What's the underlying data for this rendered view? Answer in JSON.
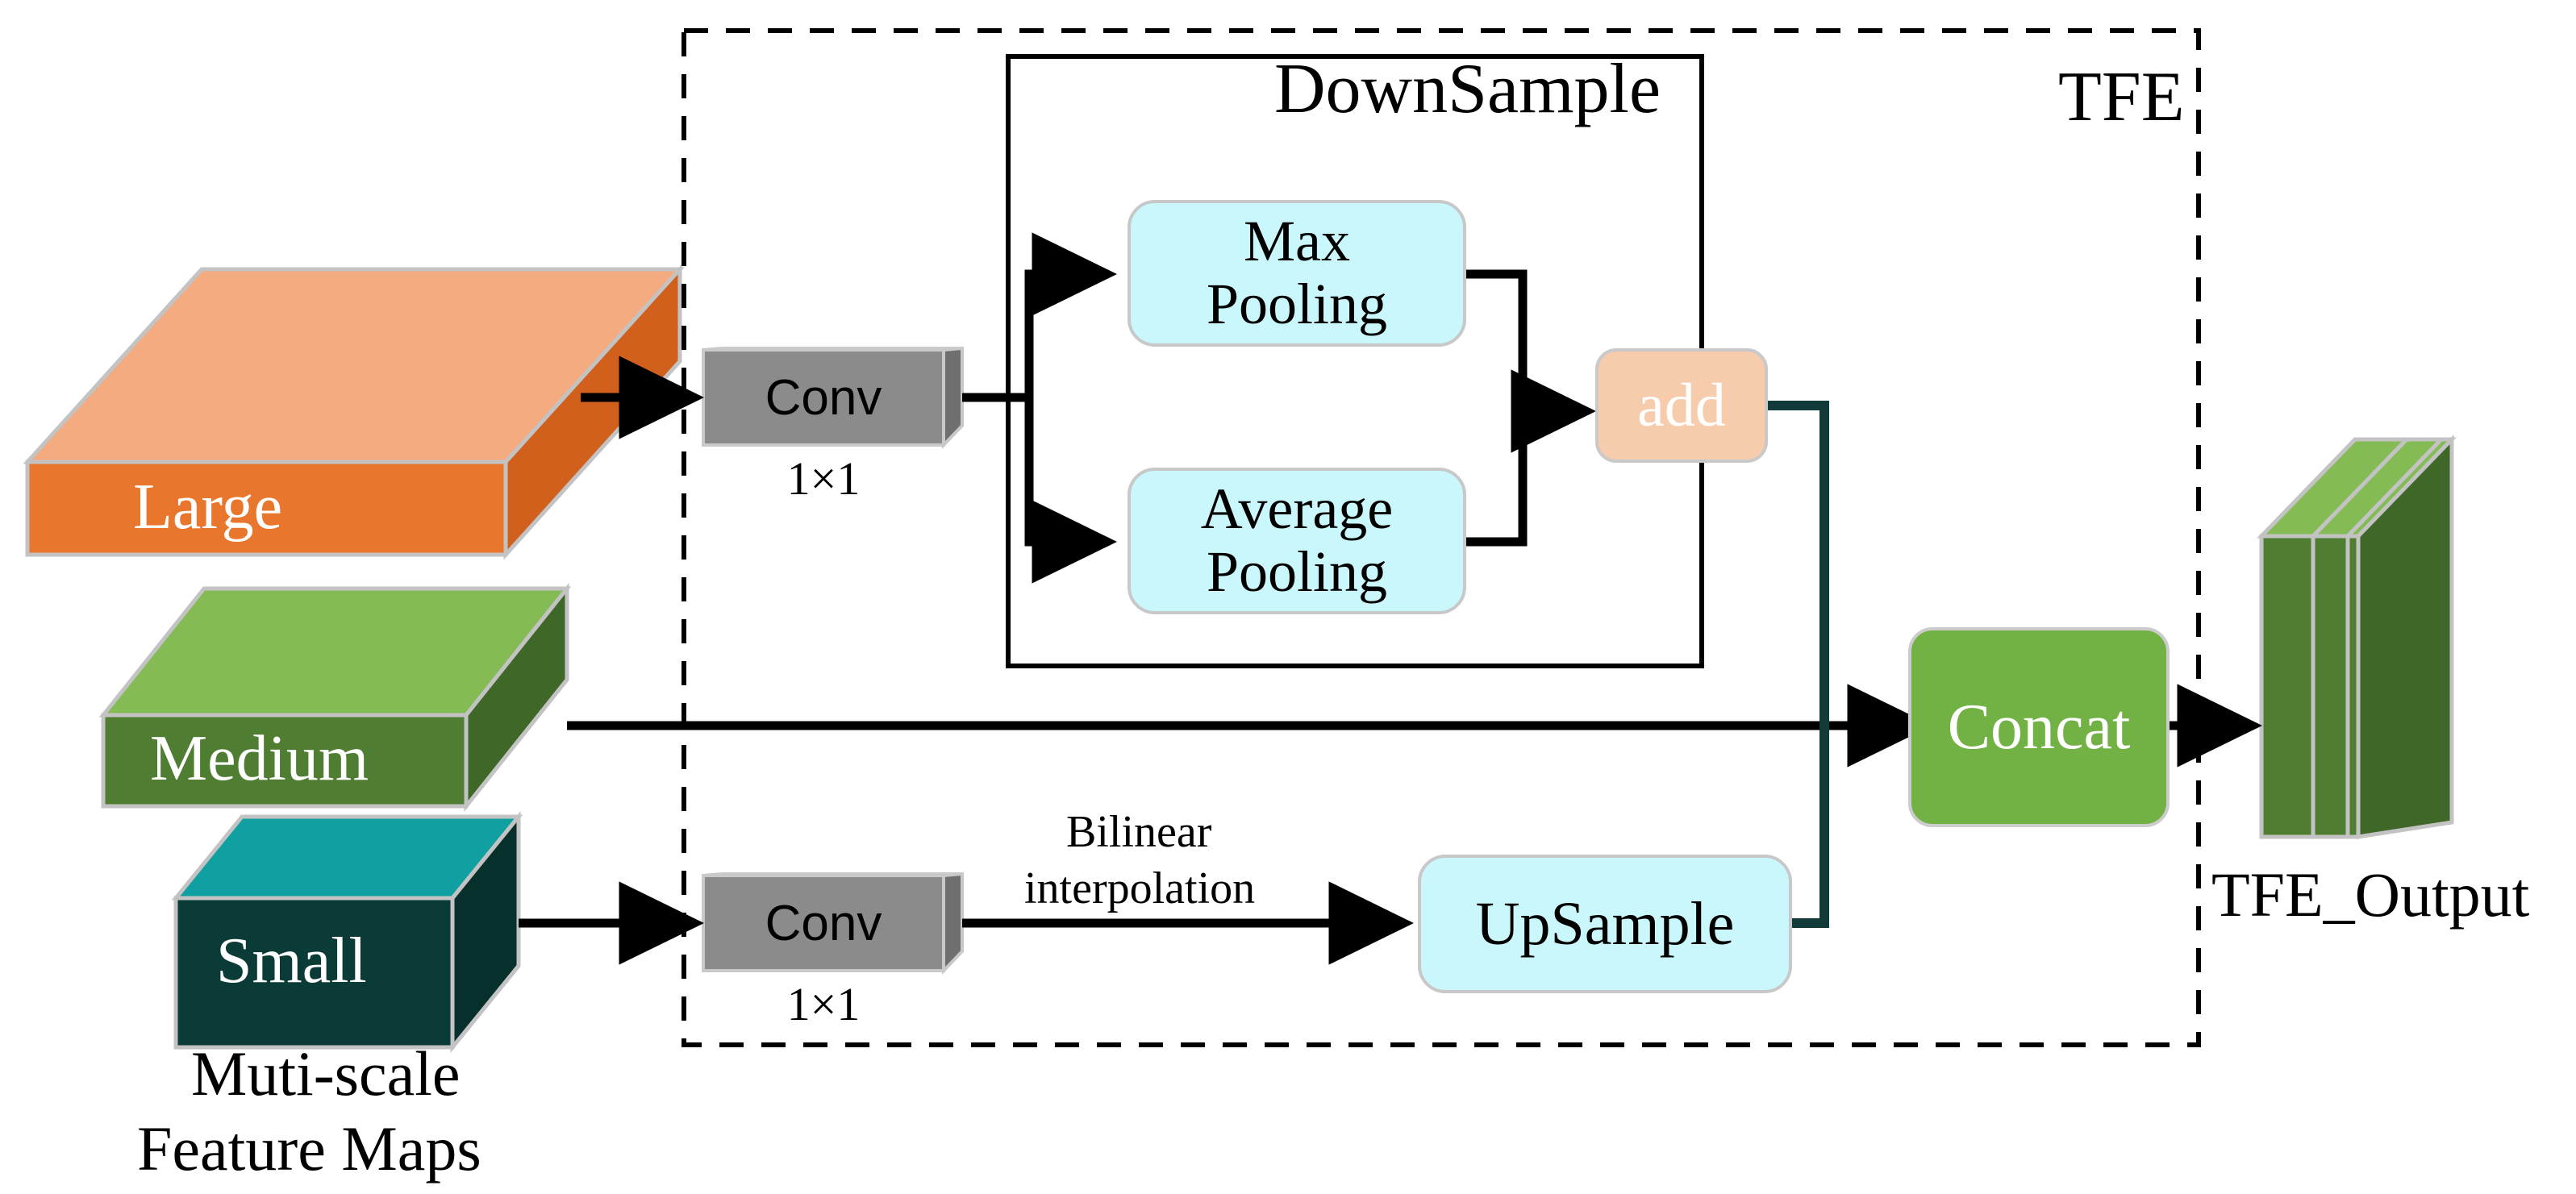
{
  "diagram": {
    "title": "TFE",
    "outer_group_label": "TFE",
    "downsample_group_label": "DownSample",
    "input_caption_line1": "Muti-scale",
    "input_caption_line2": "Feature Maps",
    "output_label": "TFE_Output"
  },
  "inputs": [
    {
      "id": "large",
      "label": "Large",
      "top_color": "#f3ab7f",
      "front_color": "#e8762d",
      "side_color": "#d1601c"
    },
    {
      "id": "medium",
      "label": "Medium",
      "top_color": "#84bb55",
      "front_color": "#4f7d32",
      "side_color": "#3f6728"
    },
    {
      "id": "small",
      "label": "Small",
      "top_color": "#11a0a2",
      "front_color": "#0b3b36",
      "side_color": "#07302c"
    }
  ],
  "blocks": {
    "conv_top": {
      "label": "Conv",
      "sublabel": "1×1"
    },
    "conv_bottom": {
      "label": "Conv",
      "sublabel": "1×1"
    },
    "max_pooling": {
      "line1": "Max",
      "line2": "Pooling"
    },
    "average_pooling": {
      "line1": "Average",
      "line2": "Pooling"
    },
    "add": {
      "label": "add"
    },
    "upsample": {
      "label": "UpSample"
    },
    "concat": {
      "label": "Concat"
    }
  },
  "edge_labels": {
    "bilinear_line1": "Bilinear",
    "bilinear_line2": "interpolation"
  },
  "colors": {
    "cyan_block": "#c9f7fb",
    "peach_block": "#f7ccad",
    "green_block": "#72b144",
    "arrow_black": "#000000",
    "arrow_teal": "#123a38",
    "border_gray": "#c8c8c8",
    "output_top": "#84bb55",
    "output_front": "#4f7d32",
    "output_side": "#3f6728"
  }
}
